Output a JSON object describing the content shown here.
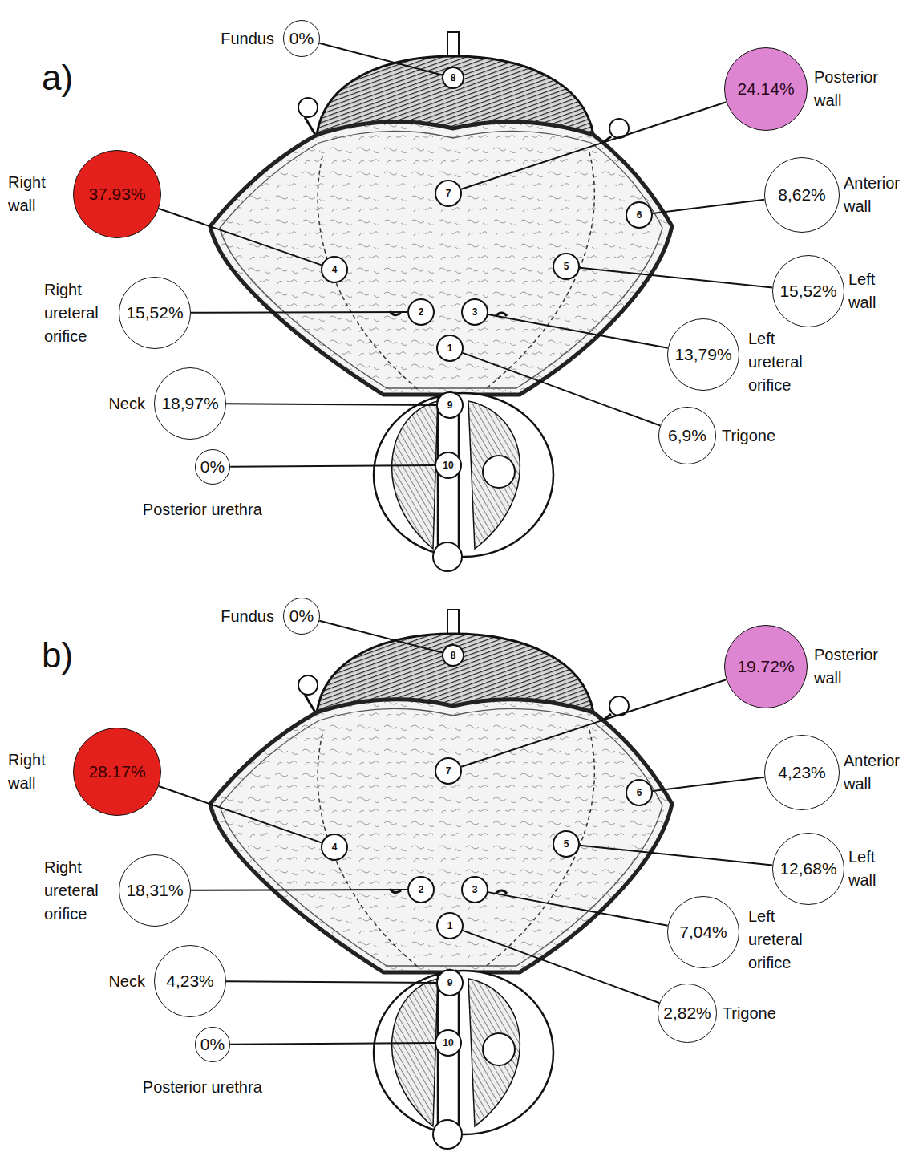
{
  "diagram": {
    "nodes": [
      {
        "text": [
          "0%",
          "Fundus"
        ]
      },
      {
        "text": [
          "24.14%",
          "Posterior wall"
        ]
      },
      {
        "text": [
          "37.93%",
          "Right wall"
        ]
      },
      {
        "text": [
          "8,62%",
          "Anterior wall"
        ]
      },
      {
        "text": [
          "15,52%",
          "Left wall"
        ]
      },
      {
        "text": [
          "15,52%",
          "Right ureteral orifice"
        ]
      },
      {
        "text": [
          "13,79%",
          "Left ureteral orifice"
        ]
      },
      {
        "text": [
          "18,97%",
          "Neck"
        ]
      },
      {
        "text": [
          "6,9%",
          "Trigone"
        ]
      },
      {
        "text": [
          "0%",
          "Posterior urethra"
        ]
      },
      {
        "text": [
          "8"
        ]
      },
      {
        "text": [
          "7"
        ]
      },
      {
        "text": [
          "6"
        ]
      },
      {
        "text": [
          "4"
        ]
      },
      {
        "text": [
          "5"
        ]
      },
      {
        "text": [
          "2"
        ]
      },
      {
        "text": [
          "3"
        ]
      },
      {
        "text": [
          "1"
        ]
      },
      {
        "text": [
          "9"
        ]
      },
      {
        "text": [
          "10"
        ]
      },
      {
        "text": [
          "0%",
          "Fundus"
        ]
      },
      {
        "text": [
          "19.72%",
          "Posterior wall"
        ]
      },
      {
        "text": [
          "28.17%",
          "Right wall"
        ]
      },
      {
        "text": [
          "4,23%",
          "Anterior wall"
        ]
      },
      {
        "text": [
          "12,68%",
          "Left wall"
        ]
      },
      {
        "text": [
          "18,31%",
          "Right ureteral orifice"
        ]
      },
      {
        "text": [
          "7,04%",
          "Left ureteral orifice"
        ]
      },
      {
        "text": [
          "4,23%",
          "Neck"
        ]
      },
      {
        "text": [
          "2,82%",
          "Trigone"
        ]
      },
      {
        "text": [
          "0%",
          "Posterior urethra"
        ]
      },
      {
        "text": [
          "8"
        ]
      },
      {
        "text": [
          "7"
        ]
      },
      {
        "text": [
          "6"
        ]
      },
      {
        "text": [
          "4"
        ]
      },
      {
        "text": [
          "5"
        ]
      },
      {
        "text": [
          "2"
        ]
      },
      {
        "text": [
          "3"
        ]
      },
      {
        "text": [
          "1"
        ]
      },
      {
        "text": [
          "9"
        ]
      },
      {
        "text": [
          "10"
        ]
      }
    ],
    "edges": [
      {
        "from": 0,
        "to": 10,
        "arrow": "none"
      },
      {
        "from": 1,
        "to": 11,
        "arrow": "none"
      },
      {
        "from": 2,
        "to": 13,
        "arrow": "none"
      },
      {
        "from": 3,
        "to": 12,
        "arrow": "none"
      },
      {
        "from": 4,
        "to": 14,
        "arrow": "none"
      },
      {
        "from": 5,
        "to": 15,
        "arrow": "none"
      },
      {
        "from": 6,
        "to": 16,
        "arrow": "none"
      },
      {
        "from": 7,
        "to": 18,
        "arrow": "none"
      },
      {
        "from": 8,
        "to": 17,
        "arrow": "none"
      },
      {
        "from": 9,
        "to": 19,
        "arrow": "none"
      },
      {
        "from": 20,
        "to": 30,
        "arrow": "none"
      },
      {
        "from": 21,
        "to": 31,
        "arrow": "none"
      },
      {
        "from": 22,
        "to": 33,
        "arrow": "none"
      },
      {
        "from": 23,
        "to": 32,
        "arrow": "none"
      },
      {
        "from": 24,
        "to": 34,
        "arrow": "none"
      },
      {
        "from": 25,
        "to": 35,
        "arrow": "none"
      },
      {
        "from": 26,
        "to": 36,
        "arrow": "none"
      },
      {
        "from": 27,
        "to": 38,
        "arrow": "none"
      },
      {
        "from": 28,
        "to": 37,
        "arrow": "none"
      },
      {
        "from": 29,
        "to": 39,
        "arrow": "none"
      }
    ],
    "labels": [
      "a)",
      "b)"
    ]
  }
}
